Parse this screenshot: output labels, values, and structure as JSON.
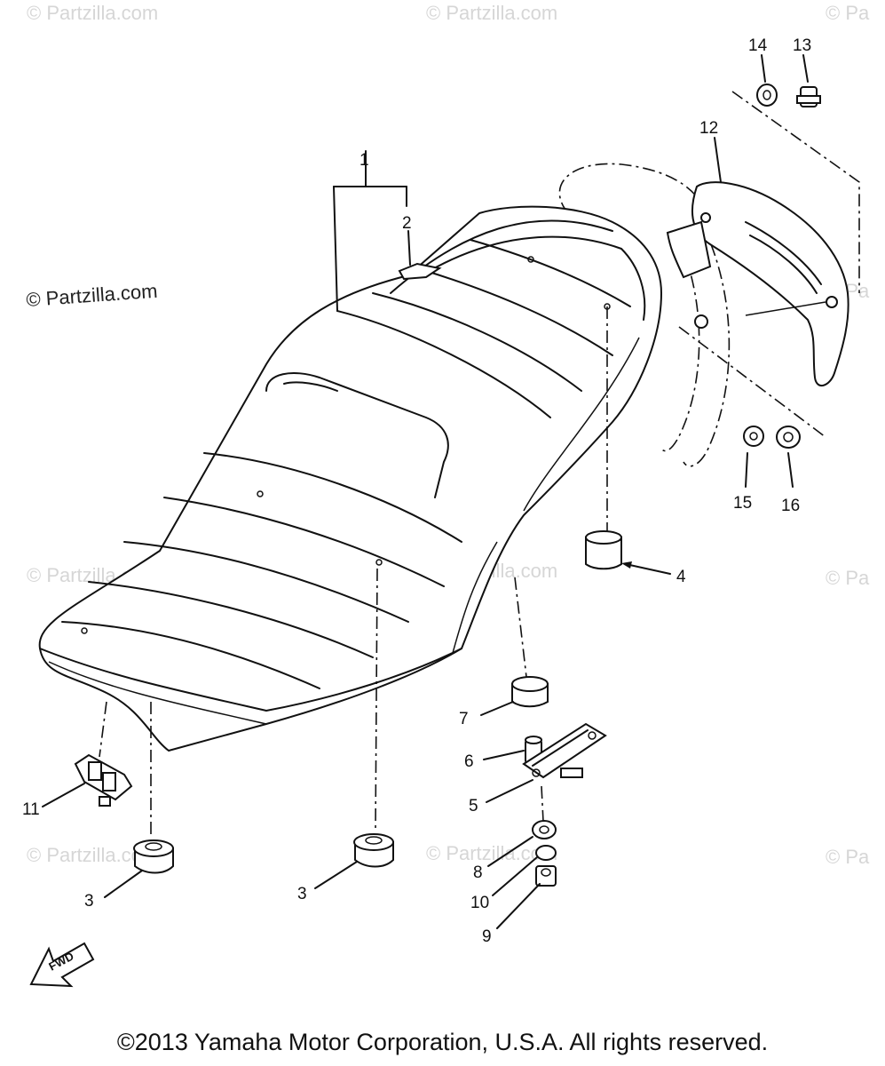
{
  "watermarks": {
    "partzilla": "© Partzilla.com",
    "partzilla_short": "© Pa"
  },
  "callouts": {
    "c1": "1",
    "c2": "2",
    "c3a": "3",
    "c3b": "3",
    "c4": "4",
    "c5": "5",
    "c6": "6",
    "c7": "7",
    "c8": "8",
    "c9": "9",
    "c10": "10",
    "c11": "11",
    "c12": "12",
    "c13": "13",
    "c14": "14",
    "c15": "15",
    "c16": "16"
  },
  "fwd_label": "FWD",
  "copyright": "©2013 Yamaha Motor Corporation, U.S.A. All rights reserved."
}
